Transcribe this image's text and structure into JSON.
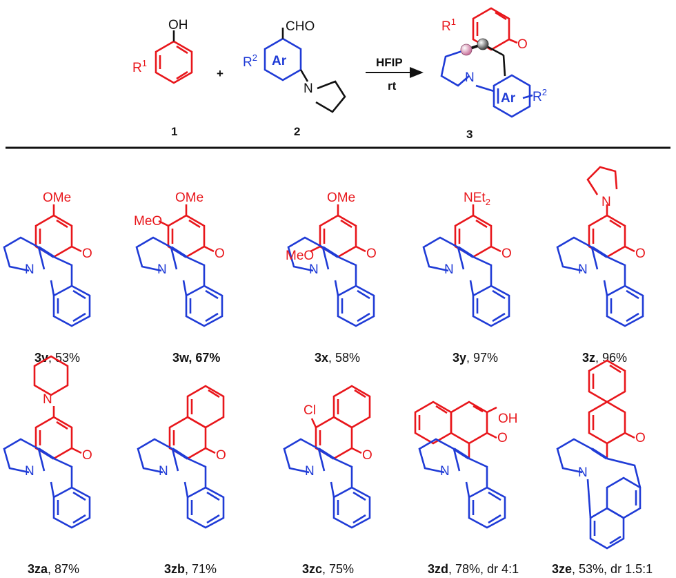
{
  "colors": {
    "red": "#e8161b",
    "blue": "#1f3bd6",
    "black": "#111111",
    "sphere_pink": "#c9709a",
    "sphere_gray": "#555555"
  },
  "reaction": {
    "reactant1_label": "1",
    "reactant2_label": "2",
    "product_label": "3",
    "plus": "+",
    "reagent": "HFIP",
    "condition": "rt",
    "atom_OH": "OH",
    "atom_R1": "R",
    "atom_R1_sup": "1",
    "atom_CHO": "CHO",
    "atom_R2": "R",
    "atom_R2_sup": "2",
    "atom_Ar": "Ar",
    "atom_N": "N",
    "atom_O": "O"
  },
  "compounds": [
    {
      "id": "3v",
      "yield": ", 53%",
      "substituent": "OMe"
    },
    {
      "id": "3w",
      "yield": ", 67%",
      "substituent": "OMe",
      "substituent2": "MeO"
    },
    {
      "id": "3x",
      "yield": ", 58%",
      "substituent": "OMe",
      "substituent2": "MeO"
    },
    {
      "id": "3y",
      "yield": ", 97%",
      "substituent": "NEt",
      "substituent_sub": "2"
    },
    {
      "id": "3z",
      "yield": ", 96%",
      "substituent": "N"
    },
    {
      "id": "3za",
      "yield": ", 87%",
      "substituent": "N"
    },
    {
      "id": "3zb",
      "yield": ", 71%"
    },
    {
      "id": "3zc",
      "yield": ", 75%",
      "substituent": "Cl"
    },
    {
      "id": "3zd",
      "yield": ", 78%, dr 4:1",
      "substituent": "OH"
    },
    {
      "id": "3ze",
      "yield": ", 53%, dr 1.5:1"
    }
  ]
}
